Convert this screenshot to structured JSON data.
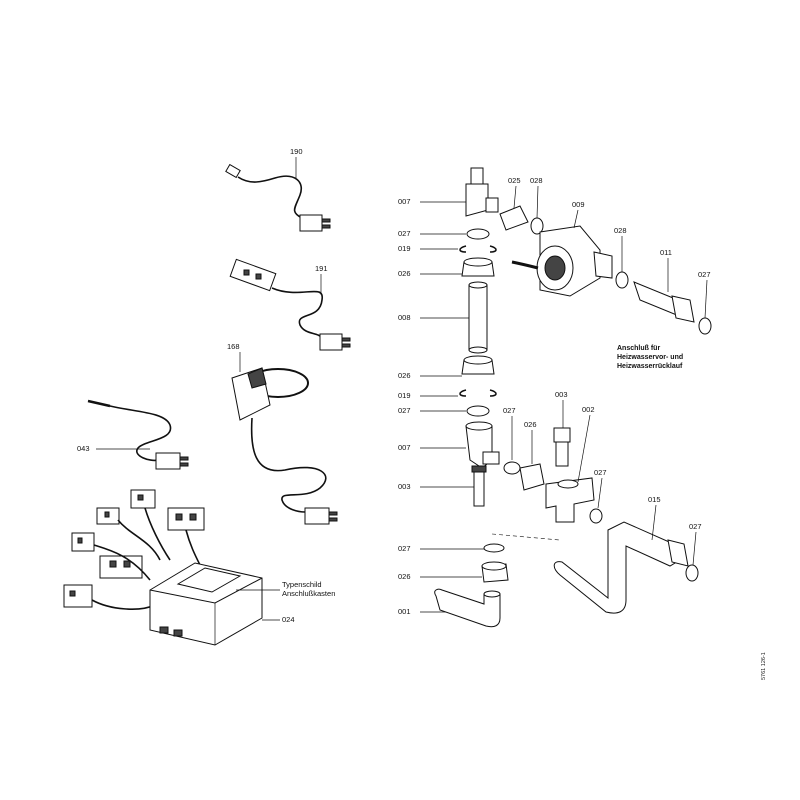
{
  "labels": {
    "p190": "190",
    "p191": "191",
    "p168": "168",
    "p043": "043",
    "p024": "024",
    "typenschild": "Typenschild",
    "anschlusskasten": "Anschlußkasten",
    "p007a": "007",
    "p025": "025",
    "p028a": "028",
    "p009": "009",
    "p027a": "027",
    "p019a": "019",
    "p026a": "026",
    "p028b": "028",
    "p011": "011",
    "p027b": "027",
    "p008": "008",
    "p026b": "026",
    "p019b": "019",
    "p027c": "027",
    "p007b": "007",
    "p027d": "027",
    "p026c": "026",
    "p003a": "003",
    "p002": "002",
    "p003b": "003",
    "p027e": "027",
    "p015": "015",
    "p027f": "027",
    "p027g": "027",
    "p026d": "026",
    "p001": "001",
    "anschluss1": "Anschluß für",
    "anschluss2": "Heizwasservor- und",
    "anschluss3": "Heizwasserrücklauf",
    "sidecode": "5761 126-1"
  }
}
